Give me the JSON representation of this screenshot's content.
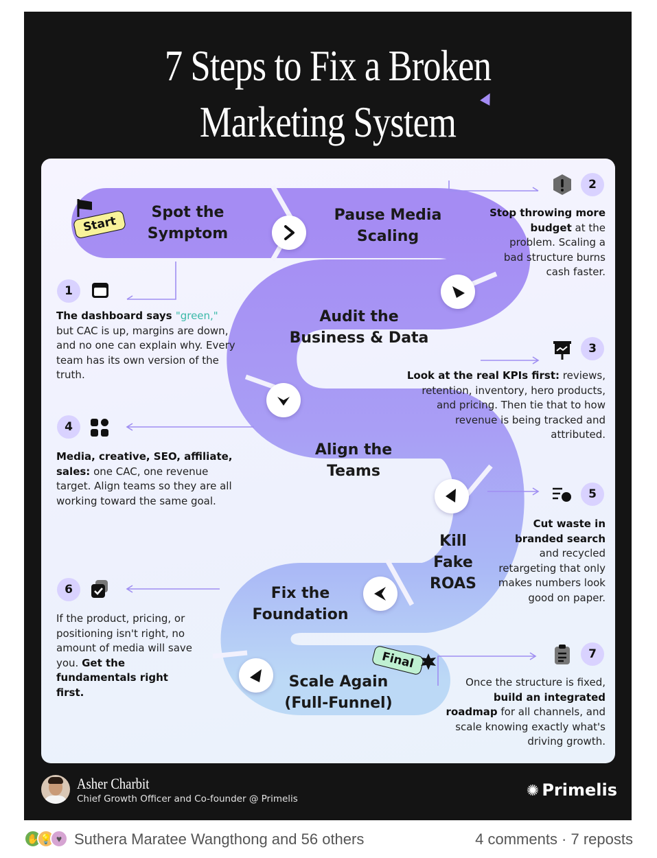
{
  "title": {
    "line1": "7 Steps to Fix a Broken",
    "line2": "Marketing System"
  },
  "tags": {
    "start": "Start",
    "final": "Final"
  },
  "steps": [
    {
      "number": "1",
      "title": "Spot the Symptom",
      "title_lines": [
        "Spot the",
        "Symptom"
      ],
      "icon": "browser-window-icon",
      "desc_parts": {
        "a": "The dashboard says ",
        "hl": "\"green,\"",
        "b": " but CAC is up, margins are down, and no one can explain why. Every team has its own version of the truth."
      }
    },
    {
      "number": "2",
      "title_lines": [
        "Pause Media",
        "Scaling"
      ],
      "icon": "warning-hexagon-icon",
      "desc_parts": {
        "bold": "Stop throwing more budget",
        "rest": " at the problem. Scaling a bad structure burns cash faster."
      }
    },
    {
      "number": "3",
      "title_lines": [
        "Audit the",
        "Business & Data"
      ],
      "icon": "presentation-chart-icon",
      "desc_parts": {
        "bold": "Look at the real KPIs first:",
        "rest": " reviews, retention, inventory, hero products, and pricing. Then tie that to how revenue is being tracked and attributed."
      }
    },
    {
      "number": "4",
      "title_lines": [
        "Align the",
        "Teams"
      ],
      "icon": "grid-dots-icon",
      "desc_parts": {
        "bold": "Media, creative, SEO, affiliate, sales:",
        "rest": " one CAC, one revenue target. Align teams so they are all working toward the same goal."
      }
    },
    {
      "number": "5",
      "title_lines": [
        "Kill",
        "Fake",
        "ROAS"
      ],
      "icon": "filter-list-icon",
      "desc_parts": {
        "bold": "Cut waste in branded search",
        "rest": " and recycled retargeting that only makes numbers look good on paper."
      }
    },
    {
      "number": "6",
      "title_lines": [
        "Fix the",
        "Foundation"
      ],
      "icon": "checkbox-stack-icon",
      "desc_parts": {
        "rest": "If the product, pricing, or positioning isn't right, no amount of media will save you. ",
        "bold": "Get the fundamentals right first."
      }
    },
    {
      "number": "7",
      "title_lines": [
        "Scale Again",
        "(Full-Funnel)"
      ],
      "icon": "clipboard-list-icon",
      "desc_parts": {
        "a": "Once the structure is fixed, ",
        "bold1": "build an integrated roadmap",
        "b": " for all channels, and scale knowing exactly what's driving growth."
      }
    }
  ],
  "author": {
    "name": "Asher Charbit",
    "role": "Chief Growth Officer and Co-founder @ Primelis"
  },
  "brand": {
    "name": "Primelis",
    "icon": "asterisk-burst-icon"
  },
  "social": {
    "likers": "Suthera Maratee Wangthong and 56 others",
    "engagement": "4 comments · 7 reposts",
    "reactions": [
      "celebrate-icon",
      "insight-icon",
      "support-icon"
    ]
  },
  "colors": {
    "road_top": "#a58cf3",
    "road_bottom": "#b9d6f6",
    "badge": "#d9d2ff",
    "start_tag": "#f8f29a",
    "final_tag": "#bff0d2",
    "highlight": "#3bb9a8"
  }
}
